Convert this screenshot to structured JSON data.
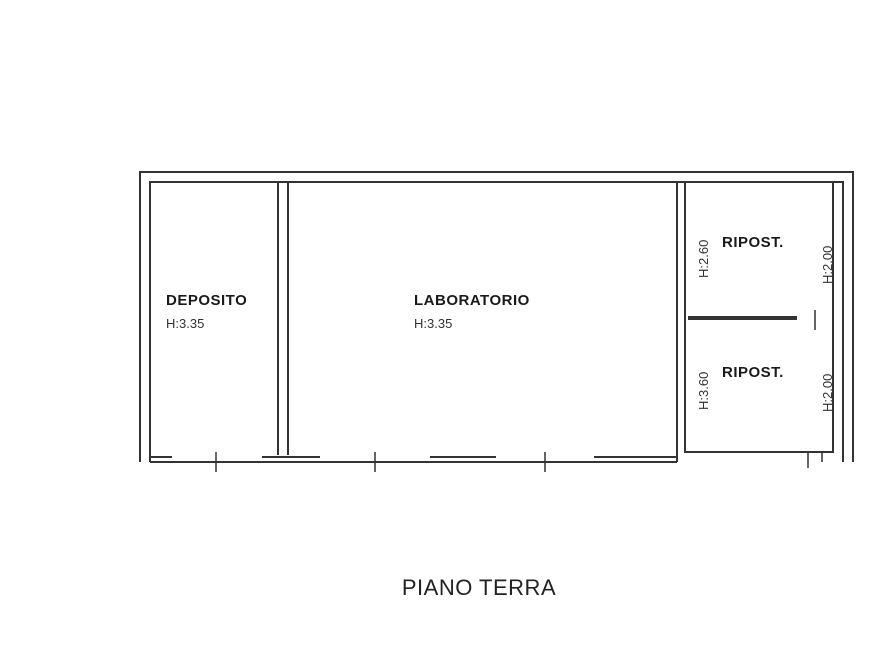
{
  "plan": {
    "title": "PIANO TERRA",
    "rooms": [
      {
        "name": "DEPOSITO",
        "height": "H:3.35"
      },
      {
        "name": "LABORATORIO",
        "height": "H:3.35"
      },
      {
        "name": "RIPOST.",
        "height_left": "H:2.60",
        "height_right": "H:2.00"
      },
      {
        "name": "RIPOST.",
        "height_left": "H:3.60",
        "height_right": "H:2.00"
      }
    ]
  },
  "colors": {
    "wall": "#333333",
    "text": "#1a1a1a",
    "background": "#ffffff"
  }
}
